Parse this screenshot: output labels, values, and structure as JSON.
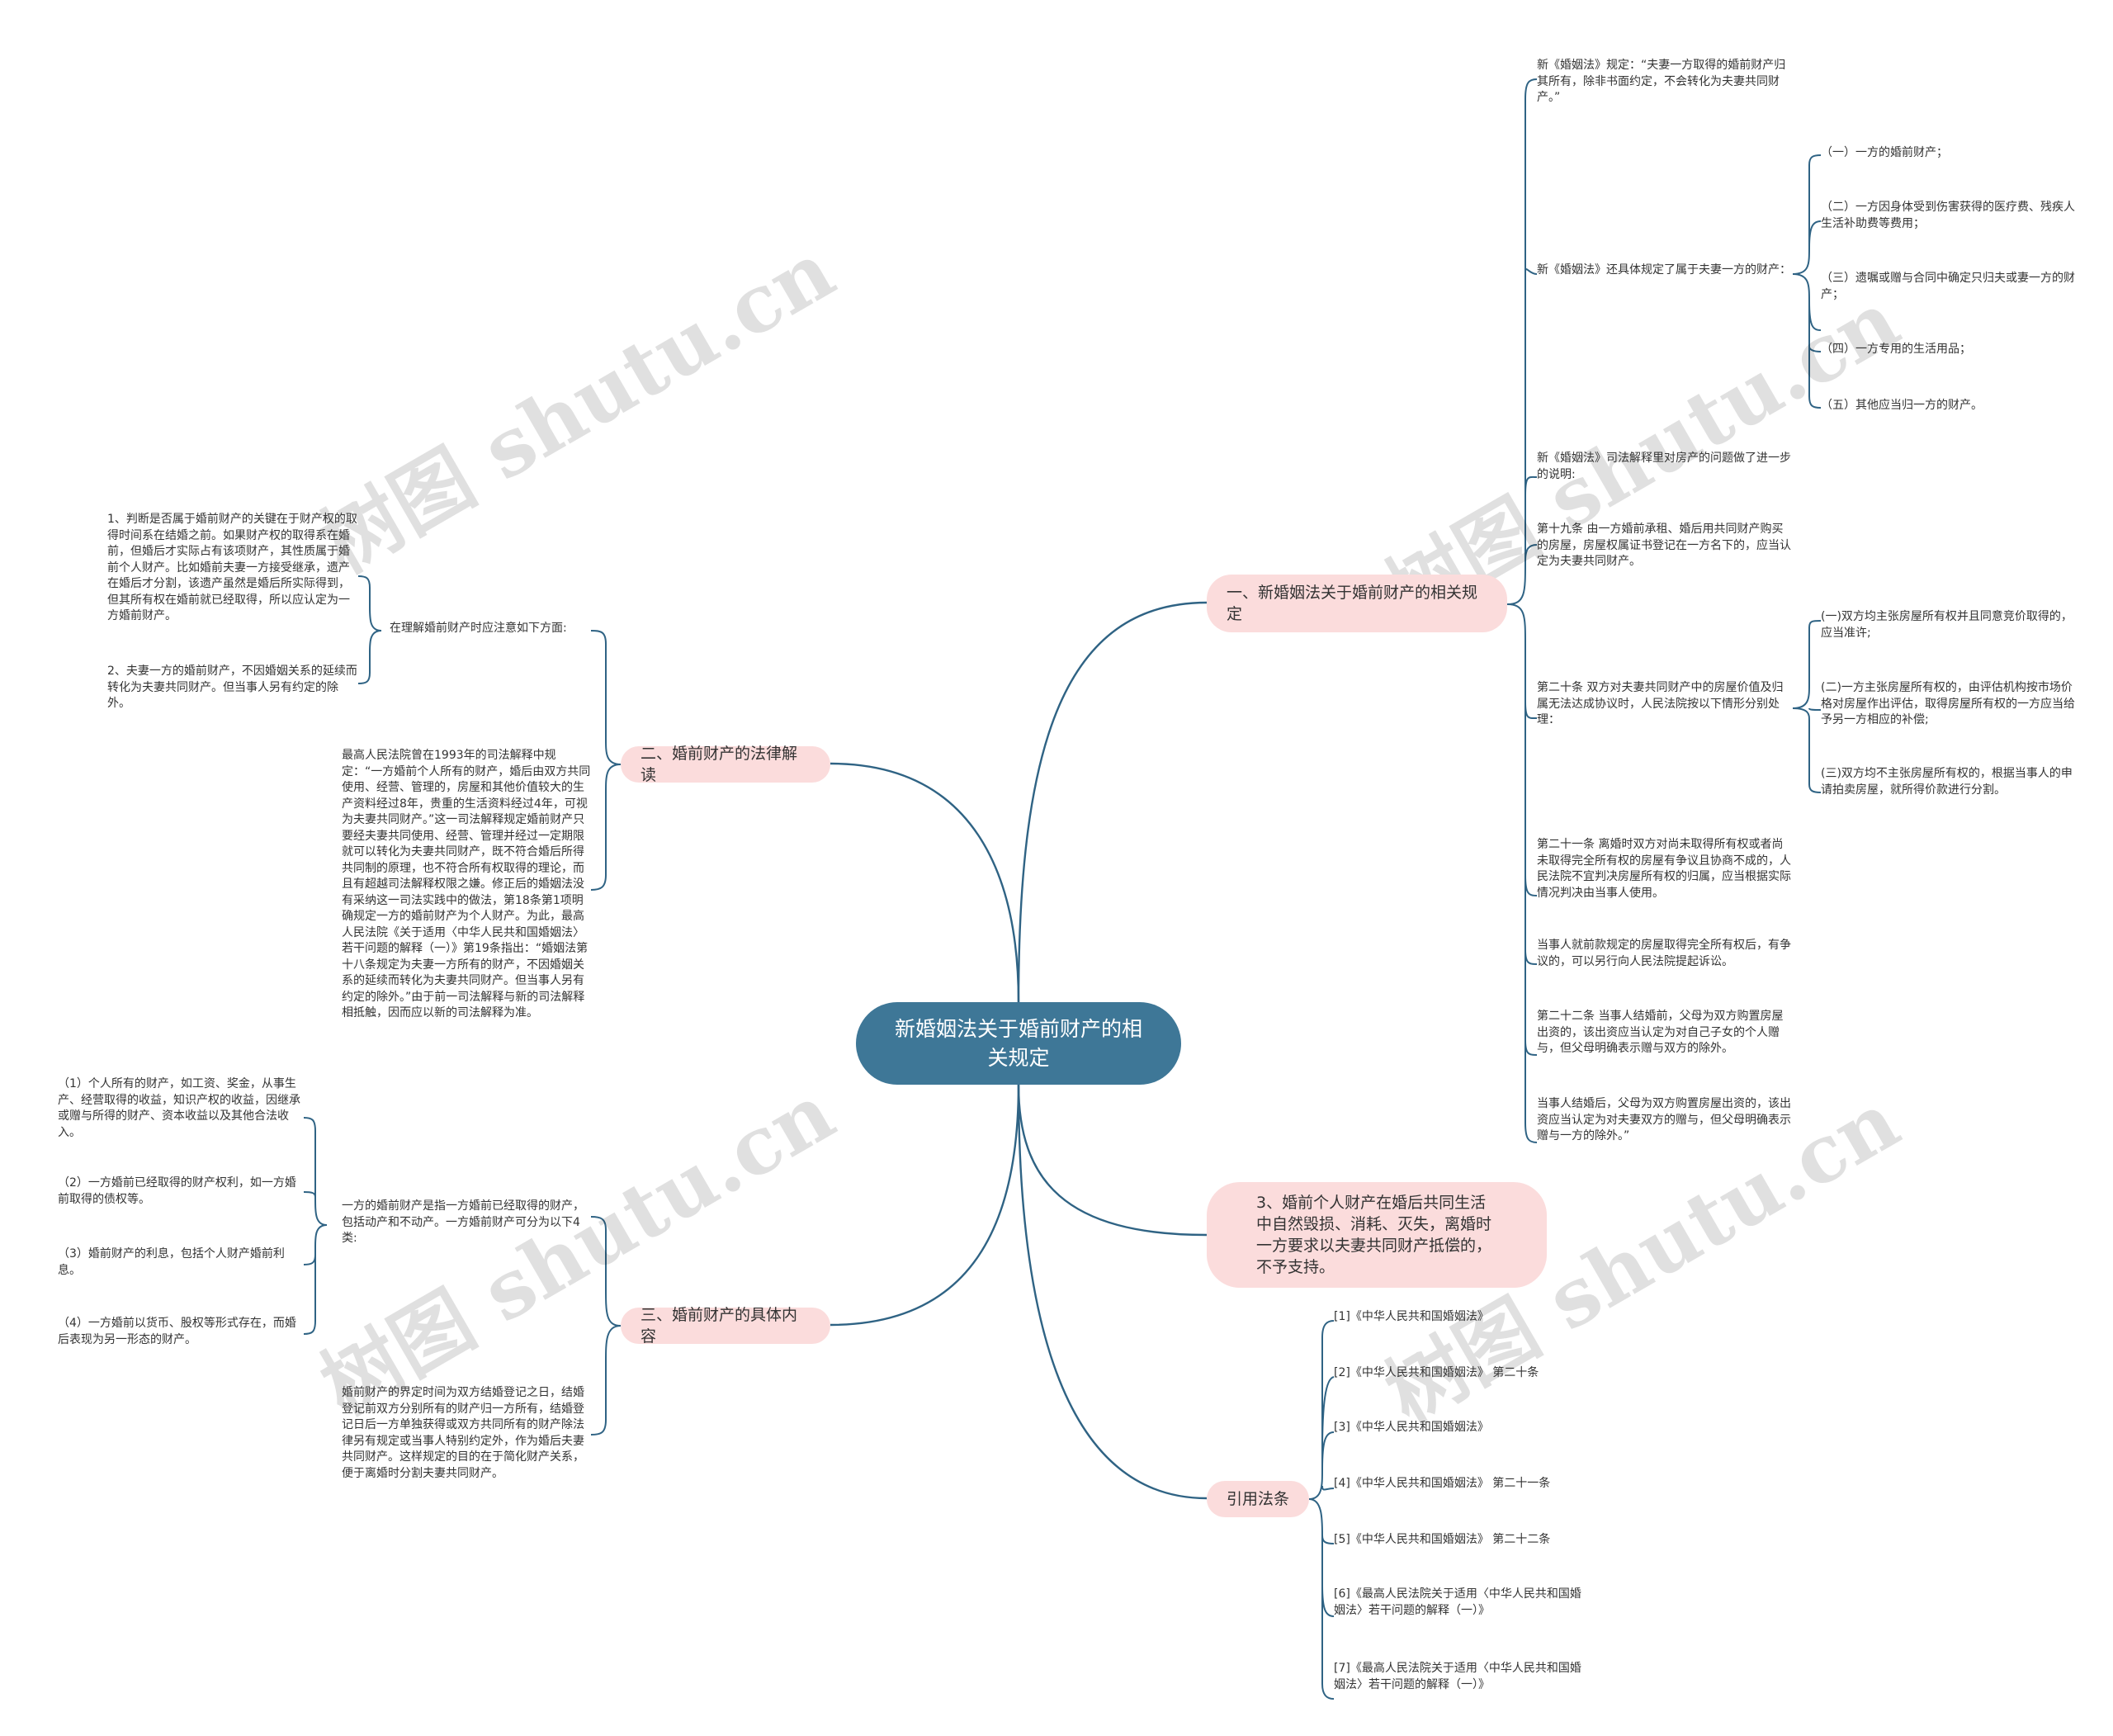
{
  "root": {
    "title": "新婚姻法关于婚前财产的相关规定"
  },
  "watermark": "树图 shutu.cn",
  "branches": {
    "b1": {
      "label": "一、新婚姻法关于婚前财产的相关规定",
      "items": {
        "a": "新《婚姻法》规定：“夫妻一方取得的婚前财产归其所有，除非书面约定，不会转化为夫妻共同财产。”",
        "b": "新《婚姻法》还具体规定了属于夫妻一方的财产：",
        "b_children": [
          "（一）一方的婚前财产；",
          "（二）一方因身体受到伤害获得的医疗费、残疾人生活补助费等费用；",
          "（三）遗嘱或赠与合同中确定只归夫或妻一方的财产；",
          "（四）一方专用的生活用品；",
          "（五）其他应当归一方的财产。"
        ],
        "c": "新《婚姻法》司法解释里对房产的问题做了进一步的说明:",
        "d": "第十九条 由一方婚前承租、婚后用共同财产购买的房屋，房屋权属证书登记在一方名下的，应当认定为夫妻共同财产。",
        "e": "第二十条 双方对夫妻共同财产中的房屋价值及归属无法达成协议时，人民法院按以下情形分别处理：",
        "e_children": [
          "(一)双方均主张房屋所有权并且同意竞价取得的，应当准许;",
          "(二)一方主张房屋所有权的，由评估机构按市场价格对房屋作出评估，取得房屋所有权的一方应当给予另一方相应的补偿;",
          "(三)双方均不主张房屋所有权的，根据当事人的申请拍卖房屋，就所得价款进行分割。"
        ],
        "f": "第二十一条 离婚时双方对尚未取得所有权或者尚未取得完全所有权的房屋有争议且协商不成的，人民法院不宜判决房屋所有权的归属，应当根据实际情况判决由当事人使用。",
        "g": "当事人就前款规定的房屋取得完全所有权后，有争议的，可以另行向人民法院提起诉讼。",
        "h": "第二十二条 当事人结婚前，父母为双方购置房屋出资的，该出资应当认定为对自己子女的个人赠与，但父母明确表示赠与双方的除外。",
        "i": "当事人结婚后，父母为双方购置房屋出资的，该出资应当认定为对夫妻双方的赠与，但父母明确表示赠与一方的除外。”"
      }
    },
    "b2": {
      "label": "二、婚前财产的法律解读",
      "items": {
        "a": "在理解婚前财产时应注意如下方面:",
        "a_children": [
          "1、判断是否属于婚前财产的关键在于财产权的取得时间系在结婚之前。如果财产权的取得系在婚前，但婚后才实际占有该项财产，其性质属于婚前个人财产。比如婚前夫妻一方接受继承，遗产在婚后才分割，该遗产虽然是婚后所实际得到，但其所有权在婚前就已经取得，所以应认定为一方婚前财产。",
          "2、夫妻一方的婚前财产，不因婚姻关系的延续而转化为夫妻共同财产。但当事人另有约定的除外。"
        ],
        "b": "最高人民法院曾在1993年的司法解释中规定：“一方婚前个人所有的财产，婚后由双方共同使用、经营、管理的，房屋和其他价值较大的生产资料经过8年，贵重的生活资料经过4年，可视为夫妻共同财产。”这一司法解释规定婚前财产只要经夫妻共同使用、经营、管理并经过一定期限就可以转化为夫妻共同财产，既不符合婚后所得共同制的原理，也不符合所有权取得的理论，而且有超越司法解释权限之嫌。修正后的婚姻法没有采纳这一司法实践中的做法，第18条第1项明确规定一方的婚前财产为个人财产。为此，最高人民法院《关于适用〈中华人民共和国婚姻法〉若干问题的解释（一）》第19条指出：“婚姻法第十八条规定为夫妻一方所有的财产，不因婚姻关系的延续而转化为夫妻共同财产。但当事人另有约定的除外。”由于前一司法解释与新的司法解释相抵触，因而应以新的司法解释为准。"
      }
    },
    "b3": {
      "label": "3、婚前个人财产在婚后共同生活中自然毁损、消耗、灭失，离婚时一方要求以夫妻共同财产抵偿的，不予支持。"
    },
    "b4": {
      "label": "三、婚前财产的具体内容",
      "items": {
        "a": "一方的婚前财产是指一方婚前已经取得的财产，包括动产和不动产。一方婚前财产可分为以下4类:",
        "a_children": [
          "（1）个人所有的财产，如工资、奖金，从事生产、经营取得的收益，知识产权的收益，因继承或赠与所得的财产、资本收益以及其他合法收入。",
          "（2）一方婚前已经取得的财产权利，如一方婚前取得的债权等。",
          "（3）婚前财产的利息，包括个人财产婚前利息。",
          "（4）一方婚前以货币、股权等形式存在，而婚后表现为另一形态的财产。"
        ],
        "b": "婚前财产的界定时间为双方结婚登记之日，结婚登记前双方分别所有的财产归一方所有，结婚登记日后一方单独获得或双方共同所有的财产除法律另有规定或当事人特别约定外，作为婚后夫妻共同财产。这样规定的目的在于简化财产关系，便于离婚时分割夫妻共同财产。"
      }
    },
    "b5": {
      "label": "引用法条",
      "items": [
        "[1]《中华人民共和国婚姻法》",
        "[2]《中华人民共和国婚姻法》 第二十条",
        "[3]《中华人民共和国婚姻法》",
        "[4]《中华人民共和国婚姻法》 第二十一条",
        "[5]《中华人民共和国婚姻法》 第二十二条",
        "[6]《最高人民法院关于适用〈中华人民共和国婚姻法〉若干问题的解释（一）》",
        "[7]《最高人民法院关于适用〈中华人民共和国婚姻法〉若干问题的解释（一）》"
      ]
    }
  }
}
